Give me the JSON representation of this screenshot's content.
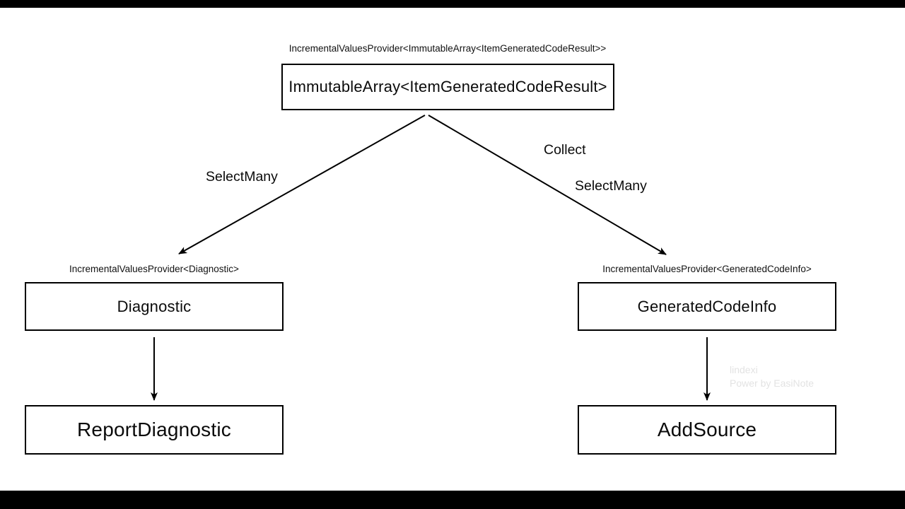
{
  "colors": {
    "ink": "#000000",
    "background": "#ffffff",
    "letterbox": "#000000",
    "watermark_gray": "#e3e3e3"
  },
  "diagram": {
    "top_node": {
      "provider_label": "IncrementalValuesProvider<ImmutableArray<ItemGeneratedCodeResult>>",
      "label": "ImmutableArray<ItemGeneratedCodeResult>"
    },
    "edge_left": {
      "label": "SelectMany"
    },
    "edge_right": {
      "label_top": "Collect",
      "label_bottom": "SelectMany"
    },
    "left_branch": {
      "provider_label": "IncrementalValuesProvider<Diagnostic>",
      "node_label": "Diagnostic",
      "sink_label": "ReportDiagnostic"
    },
    "right_branch": {
      "provider_label": "IncrementalValuesProvider<GeneratedCodeInfo>",
      "node_label": "GeneratedCodeInfo",
      "sink_label": "AddSource"
    },
    "watermark": {
      "line1": "lindexi",
      "line2": "Power by EasiNote"
    }
  }
}
